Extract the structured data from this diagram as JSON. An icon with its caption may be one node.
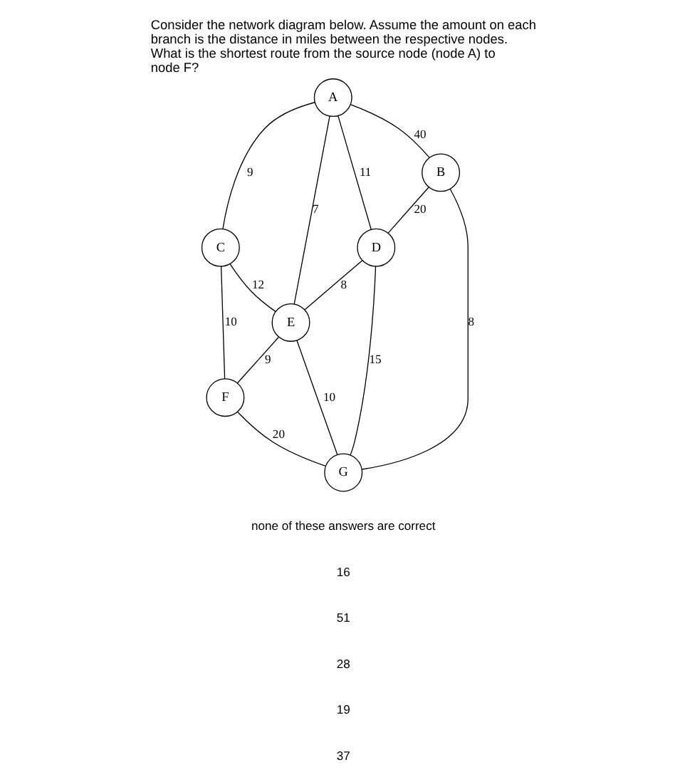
{
  "diagram": {
    "title": "Consider the network diagram below. Assume the amount on each branch is the distance in miles between the respective nodes. What is the shortest route from the source node (node A) to node F?",
    "nodes": [
      {
        "text": [
          "A"
        ]
      },
      {
        "text": [
          "C"
        ]
      },
      {
        "text": [
          "F"
        ]
      },
      {
        "text": [
          "E"
        ]
      },
      {
        "text": [
          "D"
        ]
      },
      {
        "text": [
          "B"
        ]
      },
      {
        "text": [
          "G"
        ]
      }
    ],
    "edges": [
      {
        "from": 0,
        "to": 1,
        "arrow": "none",
        "label": "9"
      },
      {
        "from": 1,
        "to": 2,
        "arrow": "none",
        "label": "10"
      },
      {
        "from": 0,
        "to": 3,
        "arrow": "none",
        "label": "7"
      },
      {
        "from": 1,
        "to": 3,
        "arrow": "none",
        "label": "12"
      },
      {
        "from": 3,
        "to": 2,
        "arrow": "none",
        "label": "9"
      },
      {
        "from": 0,
        "to": 4,
        "arrow": "none",
        "label": "11"
      },
      {
        "from": 0,
        "to": 5,
        "arrow": "none",
        "label": "40"
      },
      {
        "from": 4,
        "to": 3,
        "arrow": "none",
        "label": "8"
      },
      {
        "from": 3,
        "to": 6,
        "arrow": "none",
        "label": "10"
      },
      {
        "from": 2,
        "to": 6,
        "arrow": "none",
        "label": "20"
      },
      {
        "from": 5,
        "to": 4,
        "arrow": "none",
        "label": "20"
      },
      {
        "from": 4,
        "to": 6,
        "arrow": "none",
        "label": "15"
      },
      {
        "from": 5,
        "to": 6,
        "arrow": "none",
        "label": "8"
      }
    ],
    "labels": [
      "none of these answers are correct",
      "16",
      "51",
      "28",
      "19",
      "37"
    ]
  }
}
